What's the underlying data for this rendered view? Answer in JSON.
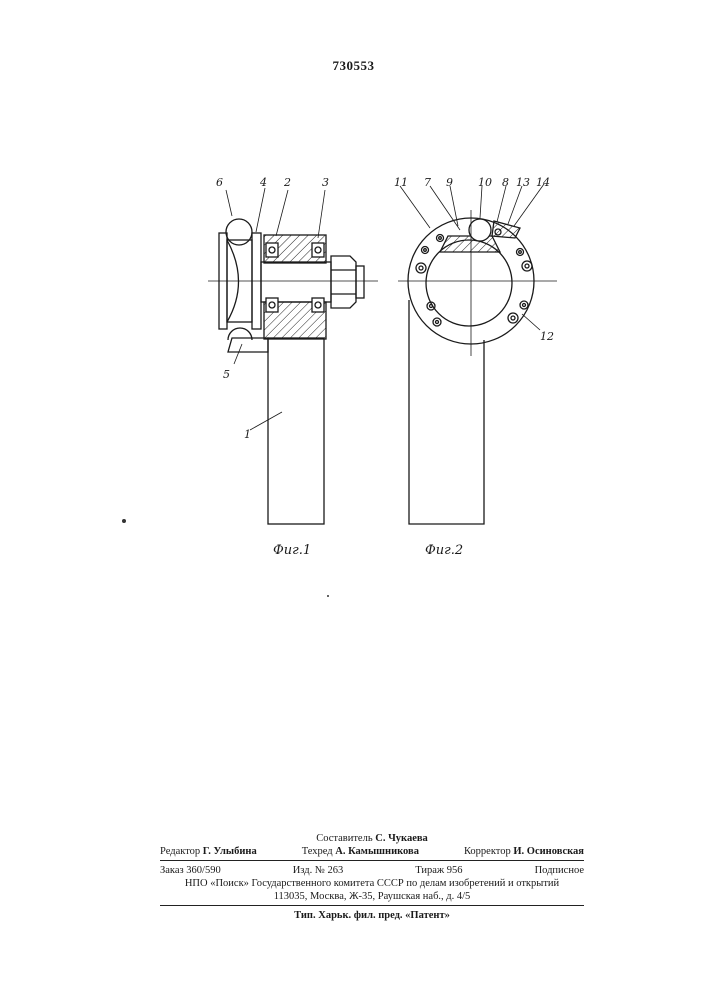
{
  "patent_number": "730553",
  "figures": [
    {
      "caption": "Фиг.1",
      "part_labels": [
        "6",
        "4",
        "2",
        "3",
        "5",
        "1"
      ]
    },
    {
      "caption": "Фиг.2",
      "part_labels": [
        "11",
        "7",
        "9",
        "10",
        "8",
        "13",
        "14",
        "12"
      ]
    }
  ],
  "imprint": {
    "compiler": {
      "role": "Составитель",
      "name": "С. Чукаева"
    },
    "editor": {
      "role": "Редактор",
      "name": "Г. Улыбина"
    },
    "techred": {
      "role": "Техред",
      "name": "А. Камышникова"
    },
    "corrector": {
      "role": "Корректор",
      "name": "И. Осиновская"
    },
    "order": "Заказ 360/590",
    "edition": "Изд. № 263",
    "circulation": "Тираж 956",
    "subscription": "Подписное",
    "org_line": "НПО «Поиск» Государственного комитета СССР по делам изобретений и открытий",
    "address_line": "113035, Москва, Ж-35, Раушская наб., д. 4/5",
    "printer_line": "Тип. Харьк. фил. пред. «Патент»"
  }
}
